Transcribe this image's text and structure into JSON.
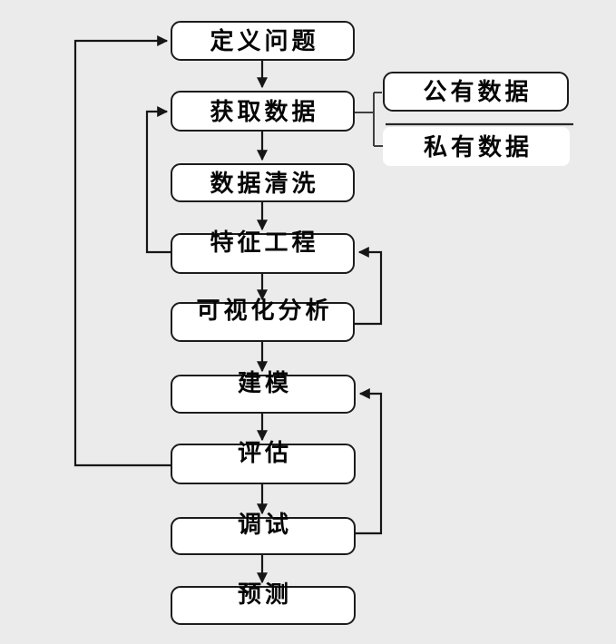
{
  "diagram": {
    "background_color": "#ebebeb",
    "node_fill_color": "#ffffff",
    "line_color": "#161616",
    "branch_line_color": "#3f3f3f",
    "nodes": {
      "define_problem": {
        "label": "定义问题"
      },
      "acquire_data": {
        "label": "获取数据"
      },
      "public_data": {
        "label": "公有数据"
      },
      "private_data": {
        "label": "私有数据"
      },
      "data_cleaning": {
        "label": "数据清洗"
      },
      "feature_engineering": {
        "label": "特征工程"
      },
      "visual_analysis": {
        "label": "可视化分析"
      },
      "modeling": {
        "label": "建模"
      },
      "evaluation": {
        "label": "评估"
      },
      "debugging": {
        "label": "调试"
      },
      "prediction": {
        "label": "预测"
      }
    },
    "edges": [
      {
        "from": "define_problem",
        "to": "acquire_data",
        "type": "arrow"
      },
      {
        "from": "acquire_data",
        "to": "public_data",
        "type": "branch-line"
      },
      {
        "from": "acquire_data",
        "to": "private_data",
        "type": "branch-line"
      },
      {
        "from": "acquire_data",
        "to": "data_cleaning",
        "type": "arrow"
      },
      {
        "from": "data_cleaning",
        "to": "feature_engineering",
        "type": "arrow"
      },
      {
        "from": "feature_engineering",
        "to": "visual_analysis",
        "type": "arrow"
      },
      {
        "from": "visual_analysis",
        "to": "modeling",
        "type": "arrow"
      },
      {
        "from": "modeling",
        "to": "evaluation",
        "type": "arrow"
      },
      {
        "from": "evaluation",
        "to": "debugging",
        "type": "arrow"
      },
      {
        "from": "debugging",
        "to": "prediction",
        "type": "arrow"
      },
      {
        "from": "feature_engineering",
        "to": "acquire_data",
        "type": "feedback-arrow-left"
      },
      {
        "from": "evaluation",
        "to": "define_problem",
        "type": "feedback-arrow-left"
      },
      {
        "from": "visual_analysis",
        "to": "feature_engineering",
        "type": "feedback-arrow-right"
      },
      {
        "from": "debugging",
        "to": "modeling",
        "type": "feedback-arrow-right"
      }
    ]
  }
}
